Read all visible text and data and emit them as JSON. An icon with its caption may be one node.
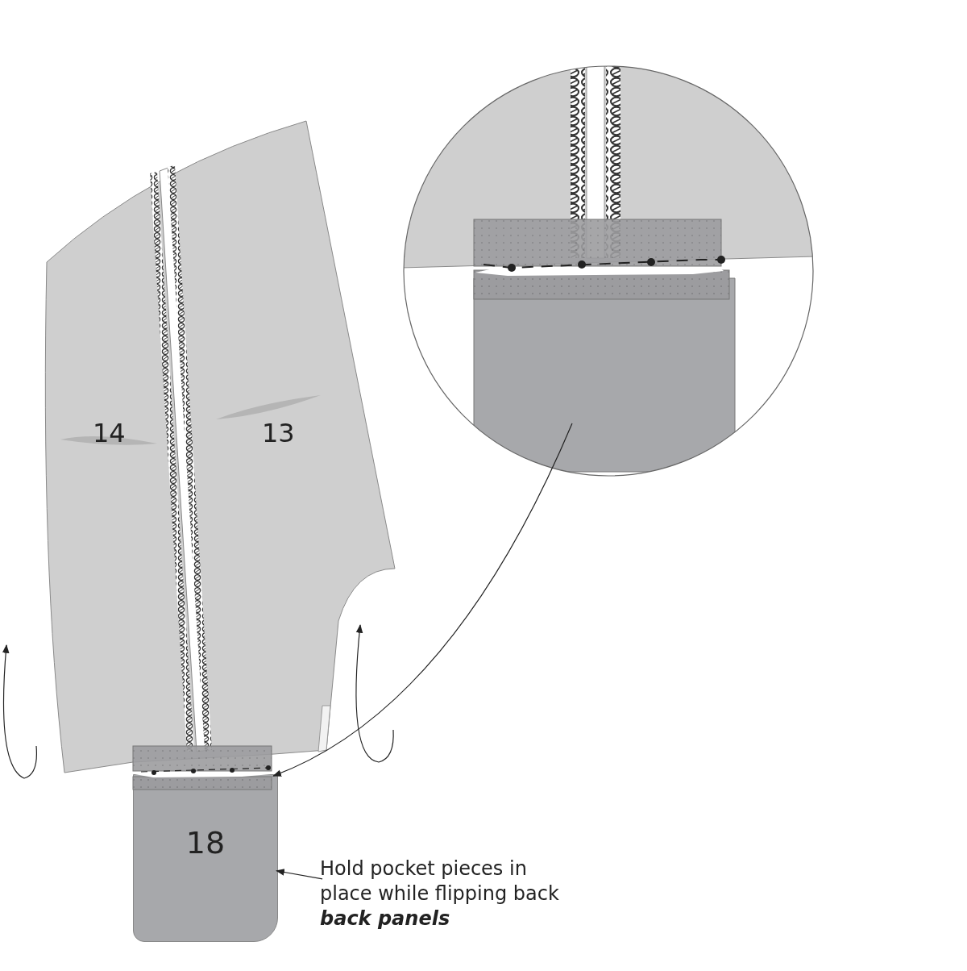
{
  "diagram": {
    "nodes": [
      {
        "text": [],
        "shape": "box"
      },
      {
        "text": [
          "18"
        ]
      },
      {
        "text": [
          "Hold pocket pieces in place while flipping back **back panels**"
        ]
      }
    ],
    "edges": [
      {
        "from": 0,
        "to": 1,
        "arrow": "to"
      },
      {
        "from": 2,
        "to": 1,
        "arrow": "to"
      }
    ],
    "labels": [
      "14",
      "13"
    ]
  }
}
